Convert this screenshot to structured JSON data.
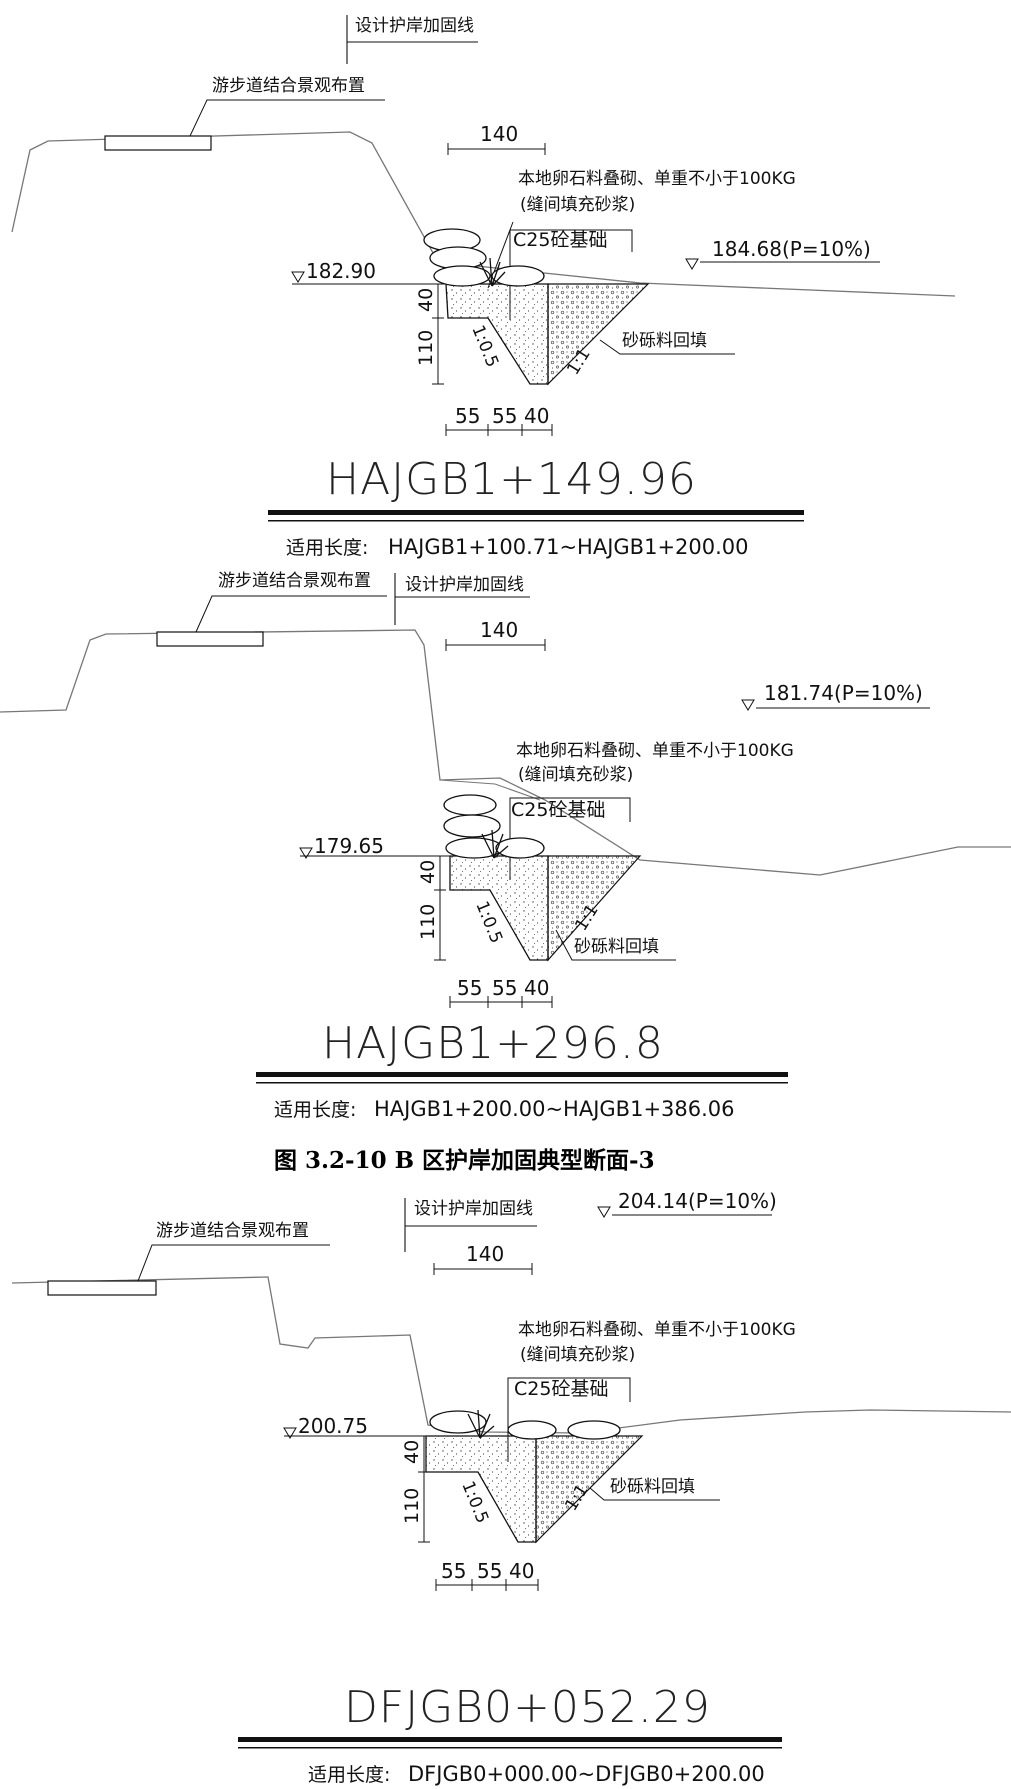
{
  "sections": [
    {
      "design_line_label": "设计护岸加固线",
      "walkway_label": "游步道结合景观布置",
      "width_label": "140",
      "stone_label": "本地卵石料叠砌、单重不小于100KG",
      "stone_sublabel": "(缝间填充砂浆)",
      "foundation_label": "C25砼基础",
      "left_elev": "182.90",
      "flood_elev": "184.68(P=10%)",
      "backfill_label": "砂砾料回填",
      "dim_top": "40",
      "dim_depth": "110",
      "slope_left": "1:0.5",
      "slope_right": "1:1",
      "bottom_dims": [
        "55",
        "55",
        "40"
      ],
      "station": "HAJGB1+149.96",
      "range_label": "适用长度:",
      "range_value": "HAJGB1+100.71~HAJGB1+200.00"
    },
    {
      "design_line_label": "设计护岸加固线",
      "walkway_label": "游步道结合景观布置",
      "width_label": "140",
      "stone_label": "本地卵石料叠砌、单重不小于100KG",
      "stone_sublabel": "(缝间填充砂浆)",
      "foundation_label": "C25砼基础",
      "left_elev": "179.65",
      "flood_elev": "181.74(P=10%)",
      "backfill_label": "砂砾料回填",
      "dim_top": "40",
      "dim_depth": "110",
      "slope_left": "1:0.5",
      "slope_right": "1:1",
      "bottom_dims": [
        "55",
        "55",
        "40"
      ],
      "station": "HAJGB1+296.8",
      "range_label": "适用长度:",
      "range_value": "HAJGB1+200.00~HAJGB1+386.06"
    },
    {
      "design_line_label": "设计护岸加固线",
      "walkway_label": "游步道结合景观布置",
      "width_label": "140",
      "stone_label": "本地卵石料叠砌、单重不小于100KG",
      "stone_sublabel": "(缝间填充砂浆)",
      "foundation_label": "C25砼基础",
      "left_elev": "200.75",
      "flood_elev": "204.14(P=10%)",
      "backfill_label": "砂砾料回填",
      "dim_top": "40",
      "dim_depth": "110",
      "slope_left": "1:0.5",
      "slope_right": "1:1",
      "bottom_dims": [
        "55",
        "55",
        "40"
      ],
      "station": "DFJGB0+052.29",
      "range_label": "适用长度:",
      "range_value": "DFJGB0+000.00~DFJGB0+200.00"
    }
  ],
  "figure_caption": "图 3.2-10 B 区护岸加固典型断面-3",
  "colors": {
    "ink": "#111111",
    "ground": "#777777",
    "fill_dots": "#555555"
  }
}
